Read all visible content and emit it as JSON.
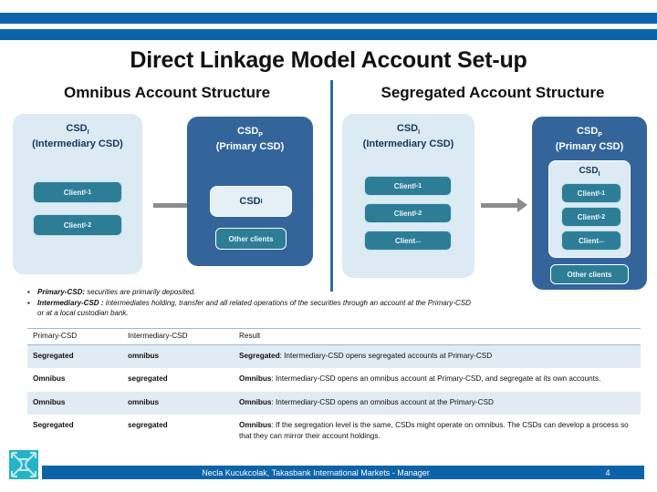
{
  "slide": {
    "title": "Direct Linkage Model Account Set-up",
    "left_heading": "Omnibus Account Structure",
    "right_heading": "Segregated Account Structure"
  },
  "omnibus_diagram": {
    "intermediary_panel": {
      "title_main": "CSD",
      "title_sub": "I",
      "title_paren": "(Intermediary CSD)",
      "clients": [
        {
          "label": "Client ",
          "sub": "I-1"
        },
        {
          "label": "Client ",
          "sub": "I-2"
        }
      ]
    },
    "primary_panel": {
      "title_main": "CSD",
      "title_sub": "P",
      "title_paren": "(Primary CSD)",
      "account_box": {
        "label": "CSD",
        "sub": "I"
      },
      "other_clients": "Other  clients"
    }
  },
  "segregated_diagram": {
    "intermediary_panel": {
      "title_main": "CSD",
      "title_sub": "I",
      "title_paren": "(Intermediary CSD)",
      "clients": [
        {
          "label": "Client ",
          "sub": "I-1"
        },
        {
          "label": "Client ",
          "sub": "I-2"
        },
        {
          "label": "Client ",
          "sub": "..."
        }
      ]
    },
    "primary_panel": {
      "title_main": "CSD",
      "title_sub": "P",
      "title_paren": "(Primary CSD)",
      "nested": {
        "label": "CSD",
        "sub": "I",
        "clients": [
          {
            "label": "Client ",
            "sub": "I-1"
          },
          {
            "label": "Client ",
            "sub": "I-2"
          },
          {
            "label": "Client ",
            "sub": "..."
          }
        ]
      },
      "other_clients": "Other  clients"
    }
  },
  "bullets": [
    {
      "term": "Primary-CSD:",
      "text": " securities are primarily deposited.",
      "cont": ""
    },
    {
      "term": "Intermediary-CSD :",
      "text": " intermediates holding, transfer and all related operations of the securities through an account  at the Primary-CSD",
      "cont": "or  at a local custodian bank."
    }
  ],
  "table": {
    "headers": [
      "Primary-CSD",
      "Intermediary-CSD",
      "Result"
    ],
    "rows": [
      {
        "primary": "Segregated",
        "intermediary": "omnibus",
        "result_term": "Segregated",
        "result_text": ": Intermediary-CSD opens segregated accounts at Primary-CSD",
        "banded": true
      },
      {
        "primary": "Omnibus",
        "intermediary": "segregated",
        "result_term": "Omnibus",
        "result_text": ": Intermediary-CSD opens an omnibus account at Primary-CSD, and segregate at its own accounts.",
        "banded": false
      },
      {
        "primary": "Omnibus",
        "intermediary": "omnibus",
        "result_term": "Omnibus",
        "result_text": ": Intermediary-CSD opens an omnibus account at the Primary-CSD",
        "banded": true
      },
      {
        "primary": "Segregated",
        "intermediary": "segregated",
        "result_term": " Omnibus",
        "result_text": ": If the segregation level is the same, CSDs might operate on omnibus. The CSDs can develop a process so that they can mirror their account holdings.",
        "banded": false
      }
    ]
  },
  "footer": {
    "text": "Necla Kucukcolak, Takasbank International Markets - Manager",
    "page": "4"
  },
  "colors": {
    "bar_blue": "#0D63AA",
    "panel_dark": "#33659B",
    "panel_light": "#DCEAF3",
    "client_teal": "#2E7D97",
    "arrow_gray": "#8C8C8C",
    "logo_teal": "#27B3C6"
  }
}
